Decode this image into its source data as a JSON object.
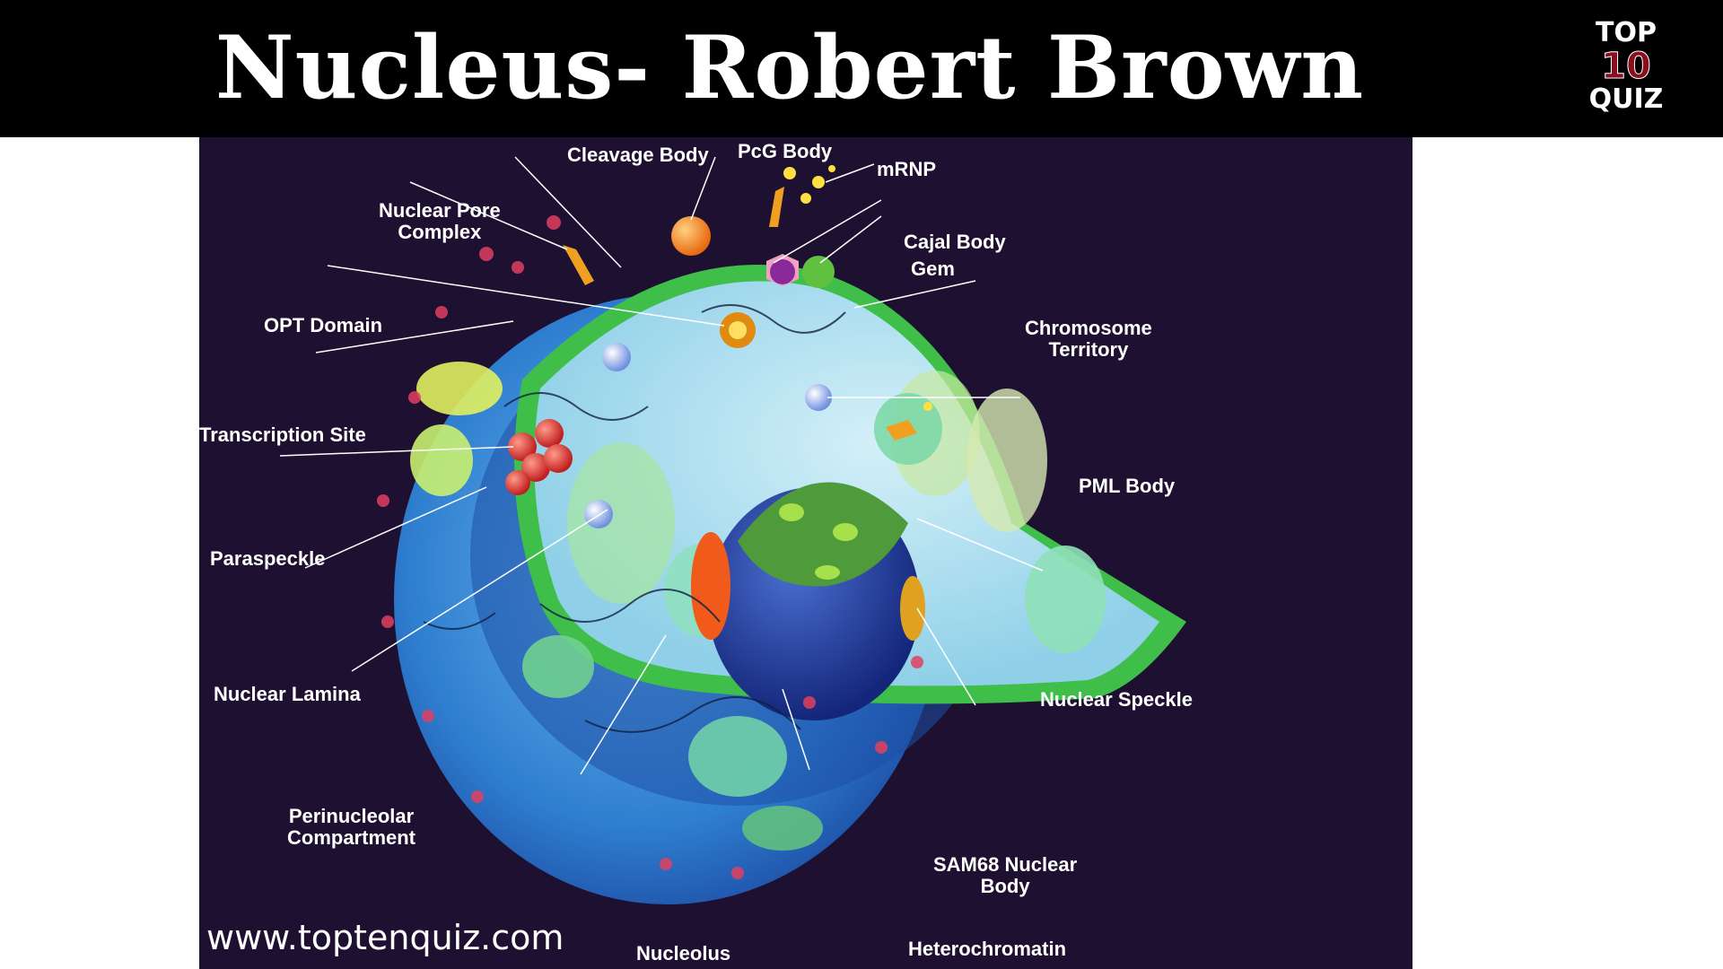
{
  "title": "Nucleus- Robert Brown",
  "logo": {
    "top": "TOP",
    "number": "10",
    "bottom": "QUIZ"
  },
  "website": "www.toptenquiz.com",
  "labels": {
    "cleavage_body": "Cleavage Body",
    "pcg_body": "PcG Body",
    "mrnp": "mRNP",
    "nuclear_pore_complex": "Nuclear Pore\nComplex",
    "cajal_body": "Cajal Body",
    "gem": "Gem",
    "opt_domain": "OPT Domain",
    "chromosome_territory": "Chromosome\nTerritory",
    "transcription_site": "Transcription Site",
    "pml_body": "PML Body",
    "paraspeckle": "Paraspeckle",
    "nuclear_lamina": "Nuclear Lamina",
    "nuclear_speckle": "Nuclear Speckle",
    "perinucleolar_compartment": "Perinucleolar\nCompartment",
    "sam68_nuclear_body": "SAM68 Nuclear\nBody",
    "nucleolus": "Nucleolus",
    "heterochromatin": "Heterochromatin"
  },
  "colors": {
    "title_bar": "#000000",
    "diagram_background": "#1e1030",
    "nucleus_outer": "#2f7fd0",
    "nucleus_inner": "#a8d8f0",
    "lamina_green": "#3fbf4a",
    "nucleolus": "#1f3f9f"
  }
}
